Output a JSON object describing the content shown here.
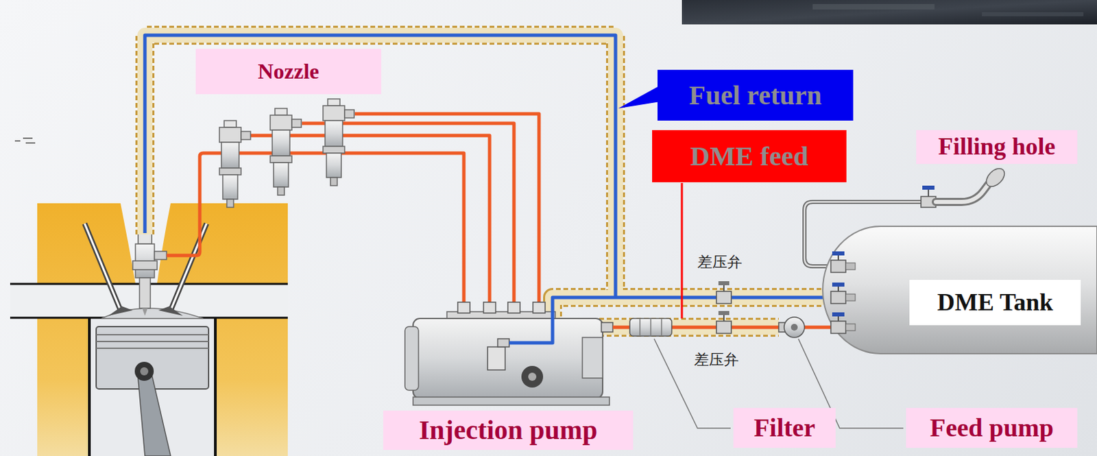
{
  "diagram": {
    "nodes": [
      {
        "text": [
          "Nozzle"
        ]
      },
      {
        "text": [
          "Fuel return"
        ]
      },
      {
        "text": [
          "DME feed"
        ]
      },
      {
        "text": [
          "Filling hole"
        ]
      },
      {
        "text": [
          "DME Tank"
        ]
      },
      {
        "text": [
          "Injection pump"
        ]
      },
      {
        "text": [
          "Filter"
        ]
      },
      {
        "text": [
          "Feed pump"
        ]
      }
    ],
    "labels": [
      "差压弁",
      "差压弁"
    ]
  }
}
